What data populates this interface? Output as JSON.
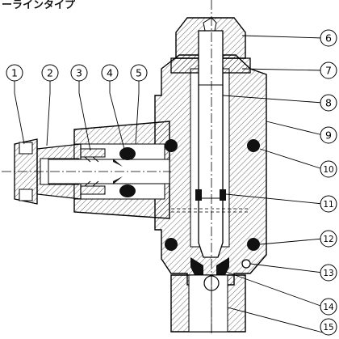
{
  "title": "ーラインタイプ",
  "callouts": [
    "1",
    "2",
    "3",
    "4",
    "5",
    "6",
    "7",
    "8",
    "9",
    "10",
    "11",
    "12",
    "13",
    "14",
    "15"
  ]
}
